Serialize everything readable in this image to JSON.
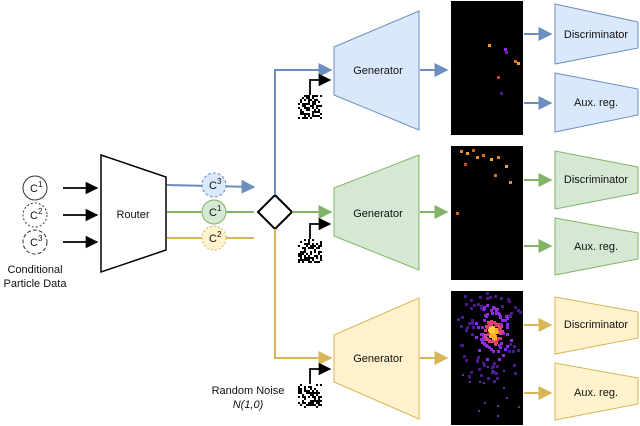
{
  "inputs": {
    "circles": [
      {
        "base": "C",
        "sup": "1"
      },
      {
        "base": "C",
        "sup": "2"
      },
      {
        "base": "C",
        "sup": "3"
      }
    ],
    "caption_line1": "Conditional",
    "caption_line2": "Particle Data"
  },
  "router": {
    "label": "Router"
  },
  "routed": [
    {
      "base": "C",
      "sup": "3",
      "color": "#6c8ebf",
      "fill": "#dae8fc"
    },
    {
      "base": "C",
      "sup": "1",
      "color": "#82b366",
      "fill": "#d5e8d4"
    },
    {
      "base": "C",
      "sup": "2",
      "color": "#d6b656",
      "fill": "#fff2cc"
    }
  ],
  "branches": [
    {
      "generator": "Generator",
      "discriminator": "Discriminator",
      "aux": "Aux. reg.",
      "color": "#6c8ebf",
      "fill": "#dae8fc",
      "output_style": "sparse"
    },
    {
      "generator": "Generator",
      "discriminator": "Discriminator",
      "aux": "Aux. reg.",
      "color": "#82b366",
      "fill": "#d5e8d4",
      "output_style": "orange-top"
    },
    {
      "generator": "Generator",
      "discriminator": "Discriminator",
      "aux": "Aux. reg.",
      "color": "#d6b656",
      "fill": "#fff2cc",
      "output_style": "dense"
    }
  ],
  "noise": {
    "line1": "Random Noise",
    "line2": "N(1,0)"
  }
}
